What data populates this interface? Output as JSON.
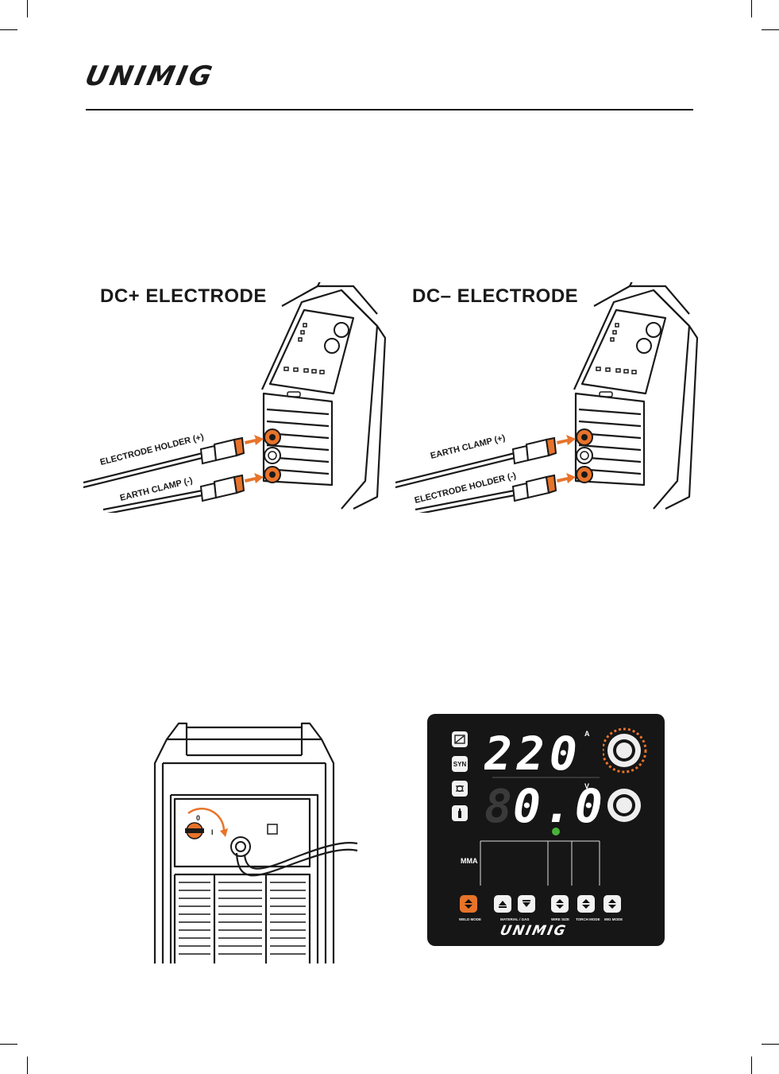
{
  "brand": {
    "logo_text": "UNIMIG"
  },
  "diagrams": {
    "dc_plus": {
      "title": "DC+ ELECTRODE",
      "upper_cable_label": "ELECTRODE HOLDER (+)",
      "lower_cable_label": "EARTH CLAMP (-)"
    },
    "dc_minus": {
      "title": "DC– ELECTRODE",
      "upper_cable_label": "EARTH CLAMP (+)",
      "lower_cable_label": "ELECTRODE HOLDER (-)"
    }
  },
  "rear_panel": {
    "switch_off_label": "0",
    "switch_on_label": "I"
  },
  "control_panel": {
    "amps_display": "220",
    "amps_unit": "A",
    "volts_display": "0.0",
    "volts_unit": "V",
    "side_icons": [
      "mode-graph-icon",
      "SYN",
      "spool-icon",
      "gas-bottle-icon"
    ],
    "syn_label": "SYN",
    "mode_label": "MMA",
    "buttons": {
      "weld_mode": "WELD MODE",
      "material_gas": "MATERIAL / GAS",
      "wire_size": "WIRE SIZE",
      "torch_mode": "TORCH MODE",
      "mig_mode": "MIG MODE"
    },
    "panel_logo": "UNIMIG"
  },
  "colors": {
    "accent": "#e8732a",
    "panel_bg": "#161616",
    "ink": "#1a1a1a"
  }
}
